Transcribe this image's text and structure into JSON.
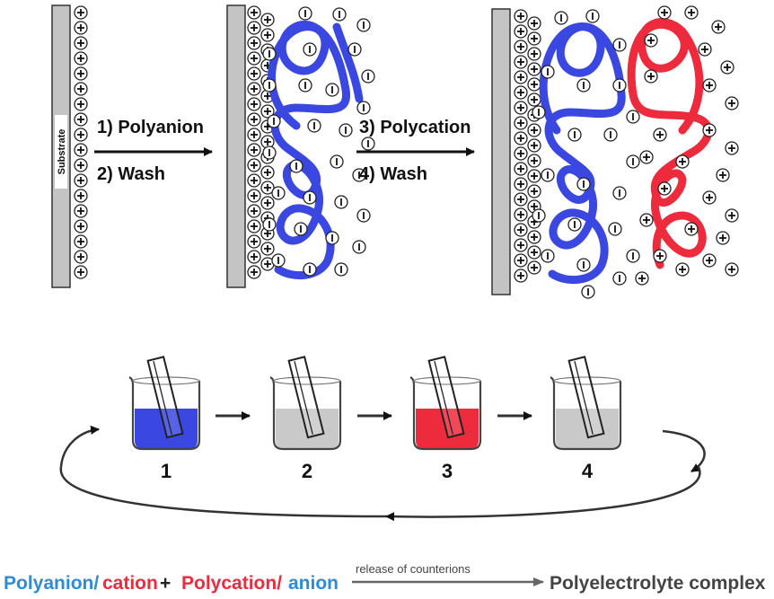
{
  "top": {
    "substrate_label": "Substrate",
    "step_a": {
      "line1": "1)  Polyanion",
      "line2": "2)  Wash"
    },
    "step_b": {
      "line1": "3)  Polycation",
      "line2": "4)  Wash"
    }
  },
  "beakers": [
    {
      "number": "1",
      "solution": "polyanion",
      "color": "#3a47e0"
    },
    {
      "number": "2",
      "solution": "wash",
      "color": "#c9c9c9"
    },
    {
      "number": "3",
      "solution": "polycation",
      "color": "#ee2a3d"
    },
    {
      "number": "4",
      "solution": "wash",
      "color": "#c9c9c9"
    }
  ],
  "equation": {
    "part1": "Polyanion/",
    "part2": "cation",
    "plus": "+",
    "part3": "Polycation/",
    "part4": "anion",
    "arrow_label": "release of counterions",
    "product": "Polyelectrolyte complex"
  },
  "colors": {
    "polyanion": "#3a47e0",
    "polycation": "#ee2a3d",
    "substrate": "#c4c4c4"
  },
  "icons": {
    "cation_marker": "plus-in-circle",
    "anion_marker": "minus-in-circle"
  }
}
